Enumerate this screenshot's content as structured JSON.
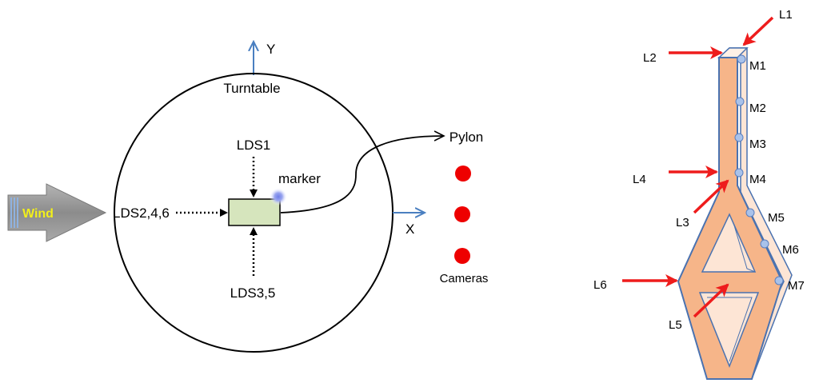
{
  "left_diagram": {
    "axis_y_label": "Y",
    "axis_x_label": "X",
    "turntable_label": "Turntable",
    "wind_label": "Wind",
    "lds_top_label": "LDS1",
    "lds_left_label": "LDS2,4,6",
    "lds_bottom_label": "LDS3,5",
    "marker_label": "marker",
    "pylon_label": "Pylon",
    "cameras_label": "Cameras",
    "camera_count": 3
  },
  "right_diagram": {
    "load_labels": [
      "L1",
      "L2",
      "L3",
      "L4",
      "L5",
      "L6"
    ],
    "marker_labels": [
      "M1",
      "M2",
      "M3",
      "M4",
      "M5",
      "M6",
      "M7"
    ]
  },
  "colors": {
    "axis": "#4a7fc0",
    "force_arrow": "#ee1c1c",
    "camera": "#ee0000",
    "pylon_fill": "#f6b589",
    "pylon_side": "#fde5d5",
    "pylon_stroke": "#4a72b0",
    "wind_arrow": "#9e9e9e",
    "sensor_box": "#d6e5bd"
  }
}
